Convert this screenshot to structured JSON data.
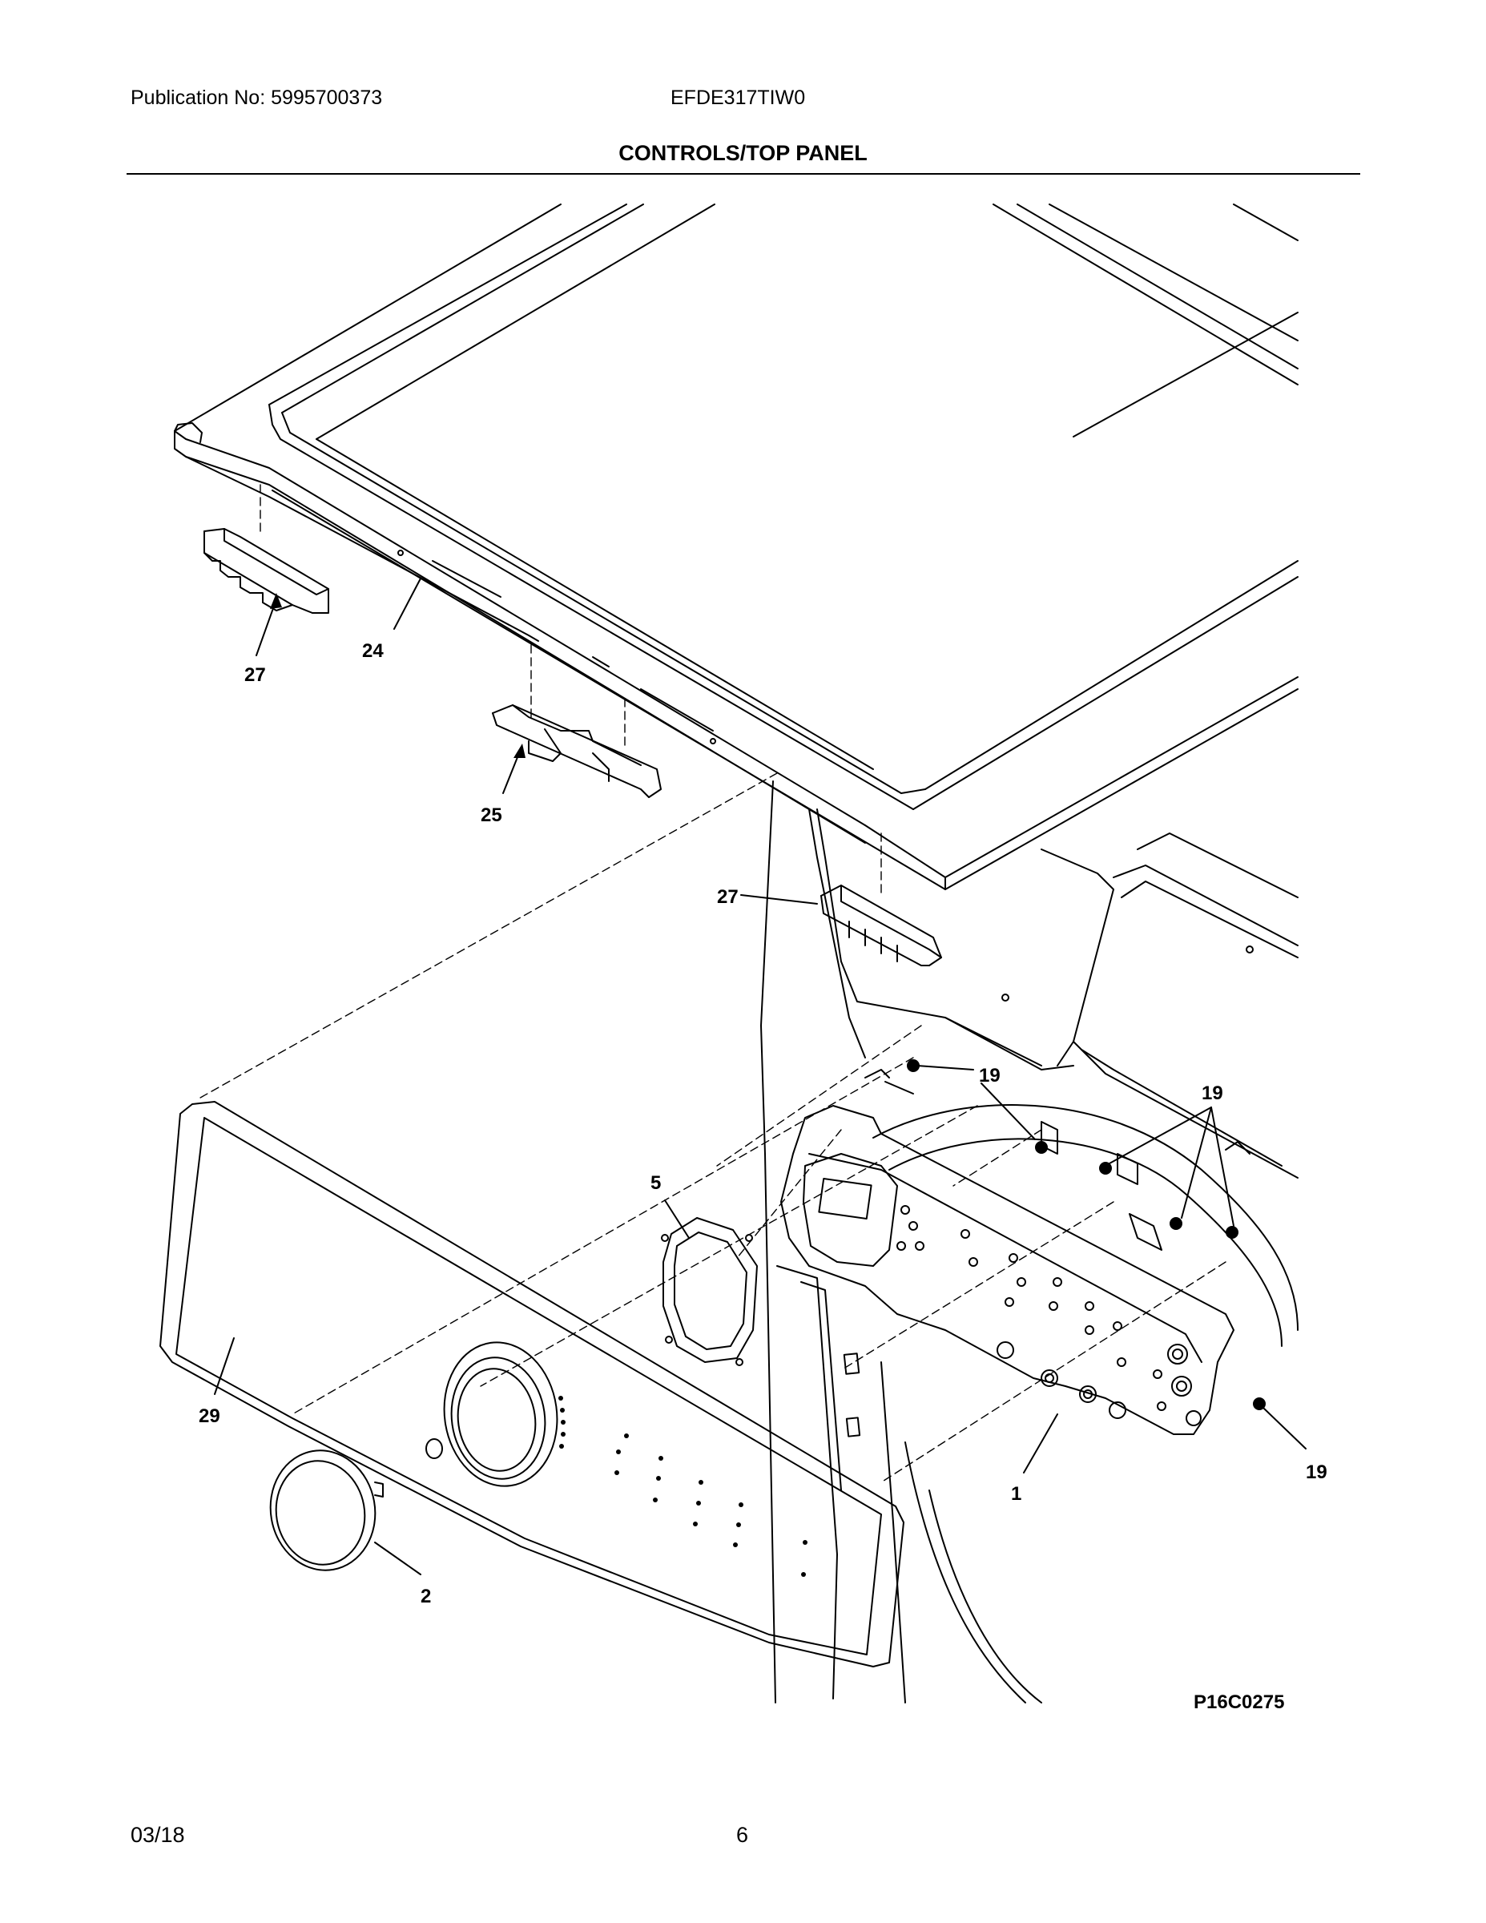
{
  "header": {
    "publication": "Publication No: 5995700373",
    "model": "EFDE317TIW0",
    "title": "CONTROLS/TOP PANEL"
  },
  "footer": {
    "date": "03/18",
    "page": "6"
  },
  "diagram": {
    "figure_code": "P16C0275",
    "callouts": {
      "top_panel": "24",
      "bracket_left": "27",
      "bracket_right": "27",
      "hinge_bracket": "25",
      "screw_top": "19",
      "screw_right": "19",
      "screw_bottom": "19",
      "light_pipe_gasket": "5",
      "console_panel": "29",
      "knob_ring": "2",
      "control_board": "1"
    }
  }
}
